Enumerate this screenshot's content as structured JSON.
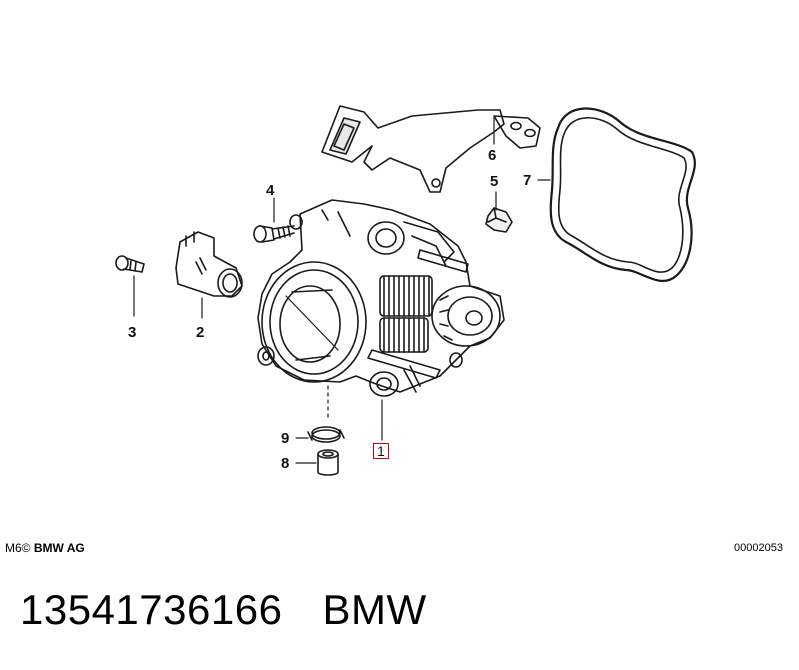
{
  "callouts": {
    "c1": "1",
    "c2": "2",
    "c3": "3",
    "c4": "4",
    "c5": "5",
    "c6": "6",
    "c7": "7",
    "c8": "8",
    "c9": "9"
  },
  "footer": {
    "model_prefix": "M6",
    "copyright_symbol": "©",
    "company": "BMW AG",
    "drawing_number": "00002053"
  },
  "part": {
    "number": "13541736166",
    "brand": "BMW"
  },
  "colors": {
    "highlight": "#d40000",
    "line": "#1a1a1a"
  }
}
